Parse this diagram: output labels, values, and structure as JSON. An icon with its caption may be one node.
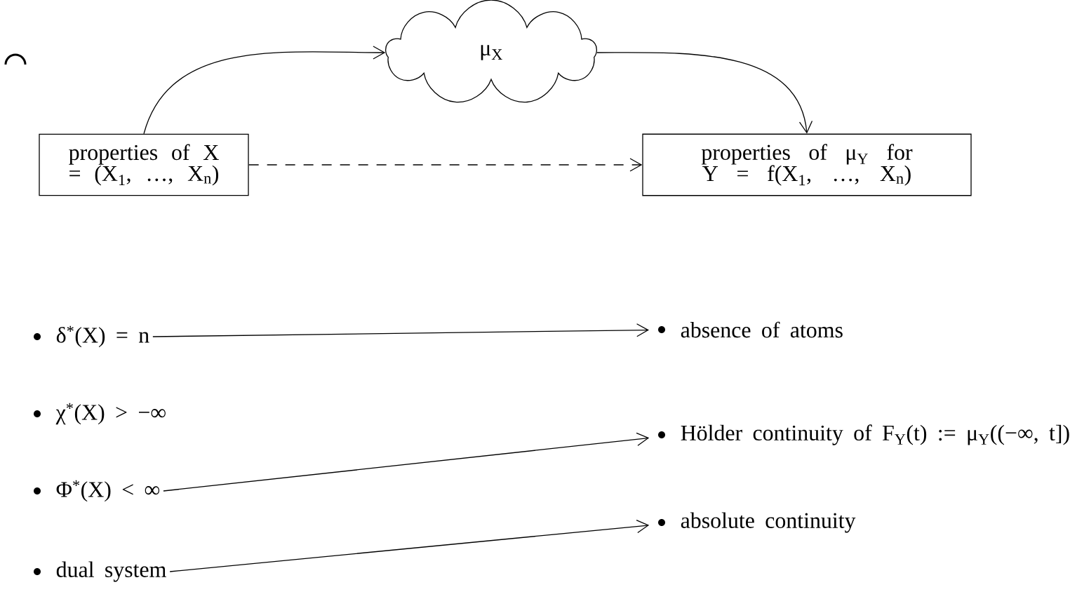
{
  "diagram": {
    "nodes": [
      {
        "text": [
          "properties of X = (X$_{1}$, …, X$_{n}$)"
        ]
      },
      {
        "text": [
          "μ$_{X}$"
        ]
      },
      {
        "text": [
          "properties of μ$_{Y}$ for Y = f(X$_{1}$, …, X$_{n}$)"
        ]
      },
      {
        "text": [
          "δ$^{*}$(X) = n"
        ]
      },
      {
        "text": [
          "χ$^{*}$(X) > −∞"
        ]
      },
      {
        "text": [
          "Φ$^{*}$(X) < ∞"
        ]
      },
      {
        "text": [
          "dual system"
        ]
      },
      {
        "text": [
          "absence of atoms"
        ]
      },
      {
        "text": [
          "Hölder continuity of F$_{Y}$(t) := μ$_{Y}$((−∞, t])"
        ]
      },
      {
        "text": [
          "absolute continuity"
        ]
      }
    ],
    "edges": [
      {
        "from": 0,
        "to": 1,
        "arrow": "to"
      },
      {
        "from": 1,
        "to": 2,
        "arrow": "to"
      },
      {
        "from": 0,
        "to": 2,
        "arrow": "to",
        "style": "dashed"
      },
      {
        "from": 3,
        "to": 7,
        "arrow": "to"
      },
      {
        "from": 5,
        "to": 8,
        "arrow": "to"
      },
      {
        "from": 6,
        "to": 9,
        "arrow": "to"
      }
    ]
  }
}
